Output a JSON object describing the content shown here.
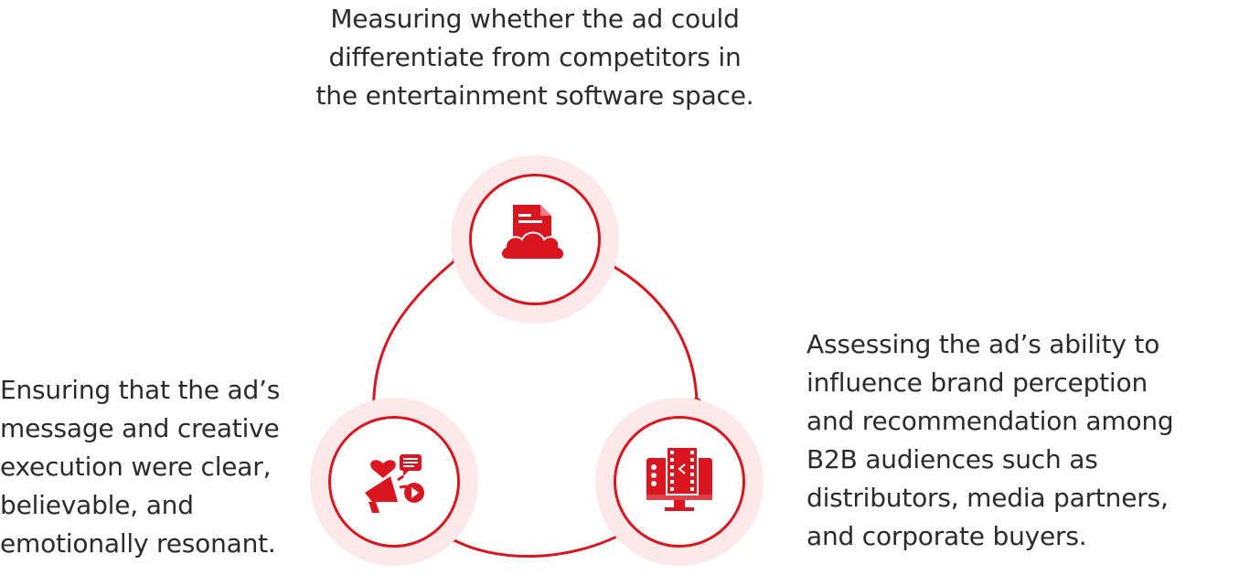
{
  "labels": {
    "top": [
      "Measuring whether the ad could",
      "differentiate from competitors in",
      "the entertainment software space."
    ],
    "left": [
      "Ensuring that the ad’s",
      "message and creative",
      "execution were clear,",
      "believable, and",
      "emotionally resonant."
    ],
    "right": [
      "Assessing the ad’s ability to",
      "influence brand perception",
      "and recommendation among",
      "B2B audiences such as",
      "distributors, media partners,",
      "and corporate buyers."
    ]
  },
  "nodes": [
    {
      "icon": "document-cloud-icon"
    },
    {
      "icon": "megaphone-social-icon"
    },
    {
      "icon": "monitor-video-icon"
    }
  ],
  "colors": {
    "accent": "#d9161f",
    "halo": "#fde8ea",
    "text": "#2b2b2b"
  }
}
